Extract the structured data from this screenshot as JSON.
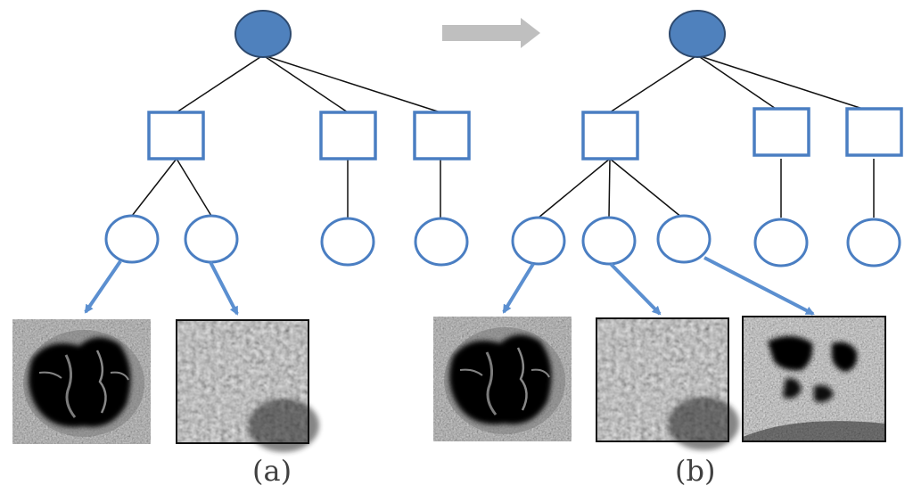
{
  "captions": {
    "a": "(a)",
    "b": "(b)"
  },
  "colors": {
    "node_fill_root": "#4f81bd",
    "node_stroke": "#4a7ec2",
    "root_stroke": "#2e4a6f",
    "edge": "#111111",
    "arrow": "#5b8fd0",
    "transition_arrow": "#bfbfbf",
    "image_dark": "#0d0d0d",
    "image_light": "#9a9a9a"
  },
  "diagrams": [
    {
      "id": "a",
      "caption_key": "a",
      "square_children_counts": [
        2,
        1,
        1
      ],
      "images": [
        "ultrasound-dark-cavity",
        "ultrasound-speckle"
      ]
    },
    {
      "id": "b",
      "caption_key": "b",
      "square_children_counts": [
        3,
        1,
        1
      ],
      "images": [
        "ultrasound-dark-cavity",
        "ultrasound-speckle",
        "ultrasound-cystic"
      ]
    }
  ]
}
